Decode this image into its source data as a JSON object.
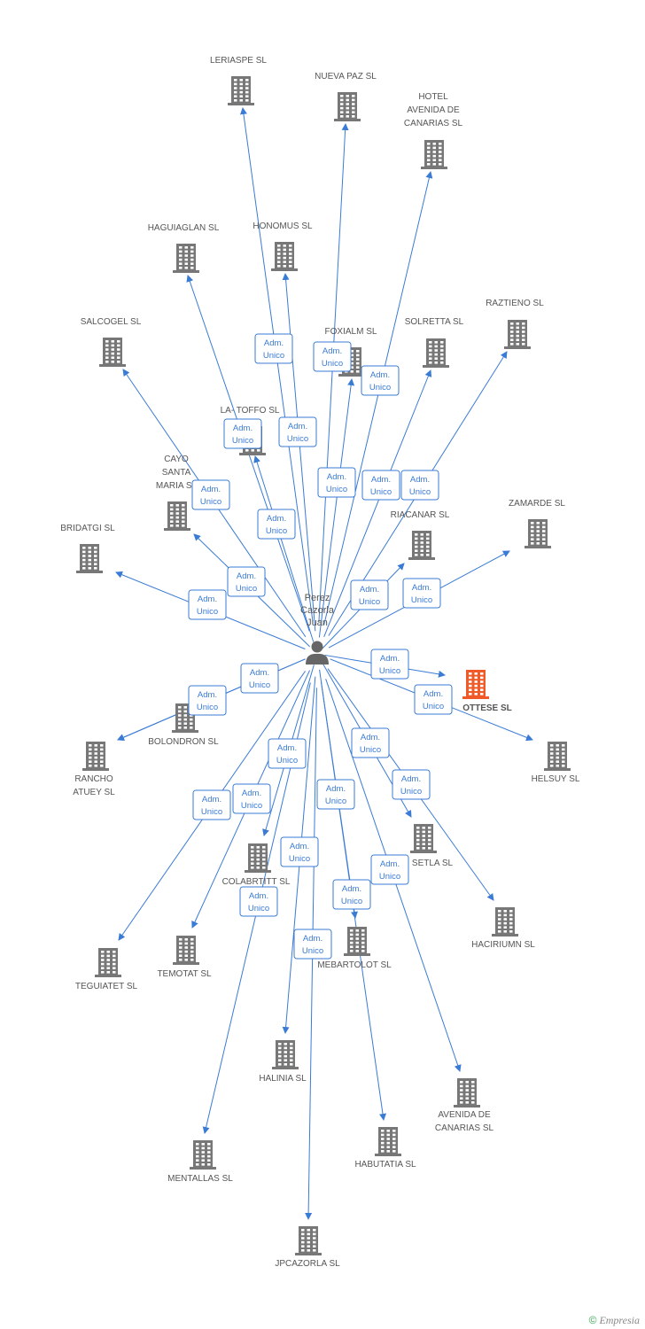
{
  "colors": {
    "edge": "#3a7bd5",
    "building": "#777777",
    "focus": "#f05a28",
    "person": "#666666"
  },
  "center": {
    "name": "center-person",
    "icon": "person-icon",
    "label": [
      "Perez",
      "Cazorla",
      "Juan"
    ]
  },
  "edge_label": [
    "Adm.",
    "Unico"
  ],
  "companies": [
    {
      "id": "leriaspe",
      "label": [
        "LERIASPE SL"
      ]
    },
    {
      "id": "nueva-paz",
      "label": [
        "NUEVA PAZ SL"
      ]
    },
    {
      "id": "hotel-avenida",
      "label": [
        "HOTEL",
        "AVENIDA DE",
        "CANARIAS SL"
      ]
    },
    {
      "id": "haguiaglan",
      "label": [
        "HAGUIAGLAN SL"
      ]
    },
    {
      "id": "honomus",
      "label": [
        "HONOMUS SL"
      ]
    },
    {
      "id": "raztieno",
      "label": [
        "RAZTIENO SL"
      ]
    },
    {
      "id": "salcogel",
      "label": [
        "SALCOGEL SL"
      ]
    },
    {
      "id": "foxialm",
      "label": [
        "FOXIALM SL"
      ]
    },
    {
      "id": "solretta",
      "label": [
        "SOLRETTA SL"
      ]
    },
    {
      "id": "la-toffo",
      "label": [
        "LA- TOFFO SL"
      ]
    },
    {
      "id": "cayo-santa",
      "label": [
        "CAYO",
        "SANTA",
        "MARIA SL"
      ]
    },
    {
      "id": "zamarde",
      "label": [
        "ZAMARDE SL"
      ]
    },
    {
      "id": "bridatgi",
      "label": [
        "BRIDATGI SL"
      ]
    },
    {
      "id": "riacanar",
      "label": [
        "RIACANAR SL"
      ]
    },
    {
      "id": "ottese",
      "label": [
        "OTTESE SL"
      ],
      "focus": true
    },
    {
      "id": "bolondron",
      "label": [
        "BOLONDRON SL"
      ]
    },
    {
      "id": "helsuy",
      "label": [
        "HELSUY SL"
      ]
    },
    {
      "id": "rancho-atuey",
      "label": [
        "RANCHO",
        "ATUEY SL"
      ]
    },
    {
      "id": "setla",
      "label": [
        "SETLA SL"
      ]
    },
    {
      "id": "colabrtitt",
      "label": [
        "COLABRTITT SL"
      ]
    },
    {
      "id": "haciriumn",
      "label": [
        "HACIRIUMN SL"
      ]
    },
    {
      "id": "temotat",
      "label": [
        "TEMOTAT SL"
      ]
    },
    {
      "id": "teguiatet",
      "label": [
        "TEGUIATET SL"
      ]
    },
    {
      "id": "mebartolot",
      "label": [
        "MEBARTOLOT SL"
      ]
    },
    {
      "id": "halinia",
      "label": [
        "HALINIA SL"
      ]
    },
    {
      "id": "avenida-canarias",
      "label": [
        "AVENIDA DE",
        "CANARIAS SL"
      ]
    },
    {
      "id": "mentallas",
      "label": [
        "MENTALLAS SL"
      ]
    },
    {
      "id": "habutatia",
      "label": [
        "HABUTATIA SL"
      ]
    },
    {
      "id": "jpcazorla",
      "label": [
        "JPCAZORLA SL"
      ]
    }
  ],
  "footer": {
    "copyright": "©",
    "brand": "Empresia"
  }
}
